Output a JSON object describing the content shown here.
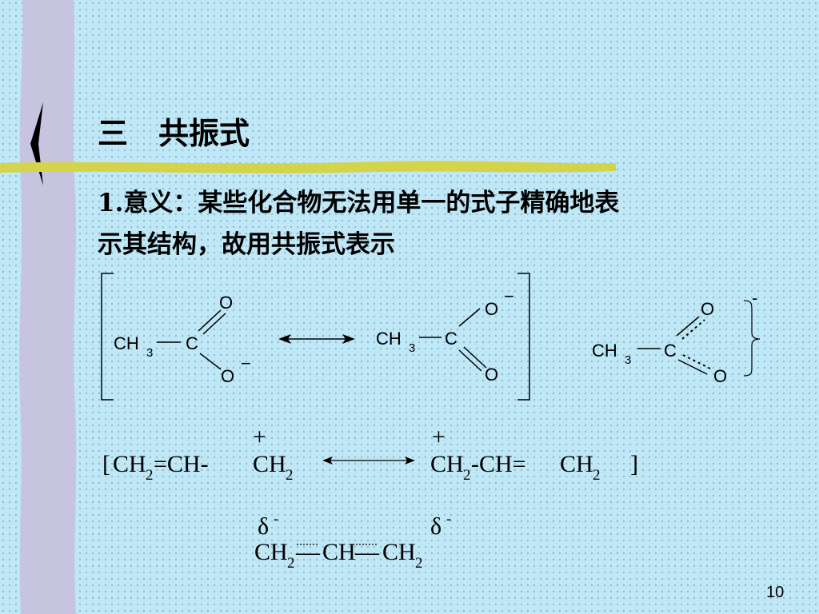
{
  "slide": {
    "title": "三　共振式",
    "point": {
      "number": "1.",
      "text_line1": "意义：某些化合物无法用单一的式子精确地表",
      "text_line2": "示其结构，故用共振式表示"
    },
    "page_number": "10"
  },
  "acetate": {
    "ch": "CH",
    "sub3": "3",
    "c": "C",
    "o": "O",
    "minus": "−",
    "hybrid_charge": "-"
  },
  "allyl": {
    "open_bracket": "[",
    "close_bracket": "]",
    "ch2": "CH",
    "sub2": "2",
    "eq_ch_dash": "=CH-",
    "dash_ch_eq": "-CH=",
    "plus": "+",
    "delta_minus": "δ",
    "delta_sup": "-",
    "ch": "CH",
    "bond": "—"
  },
  "colors": {
    "background": "#bfe7f6",
    "side_bar": "#c4c4de",
    "underline": "#d4d44a",
    "chevron": "#000000"
  }
}
